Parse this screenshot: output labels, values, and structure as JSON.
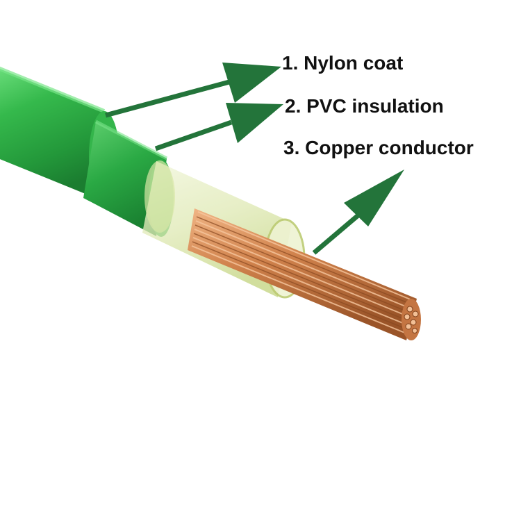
{
  "labels": {
    "nylon": "1. Nylon  coat",
    "pvc": "2. PVC  insulation",
    "copper": "3. Copper conductor"
  },
  "colors": {
    "background": "#ffffff",
    "cable_green": "#2fb34a",
    "cable_green_dark": "#1f8a35",
    "cable_green_light": "#5fd472",
    "arrow_green": "#23743a",
    "copper": "#c97a45",
    "copper_light": "#e9a472",
    "copper_dark": "#8a4a22",
    "sleeve": "#e8f1c9",
    "text": "#111111"
  }
}
